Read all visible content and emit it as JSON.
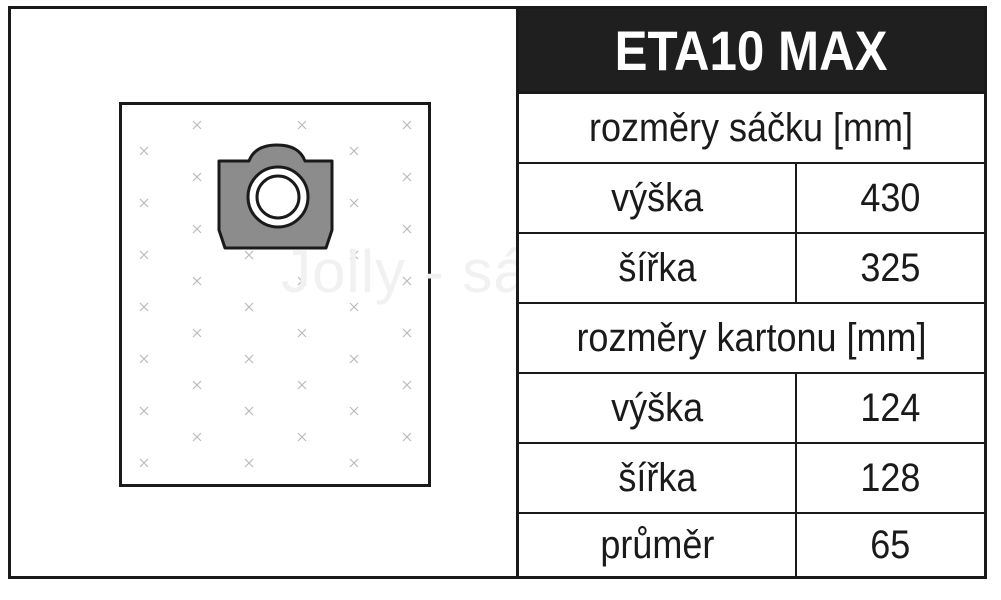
{
  "title": "ETA10 MAX",
  "watermark": "Jolly - sáčky",
  "bag_section": {
    "header": "rozměry sáčku [mm]",
    "rows": [
      {
        "label": "výška",
        "value": "430"
      },
      {
        "label": "šířka",
        "value": "325"
      }
    ]
  },
  "carton_section": {
    "header": "rozměry kartonu [mm]",
    "rows": [
      {
        "label": "výška",
        "value": "124"
      },
      {
        "label": "šířka",
        "value": "128"
      },
      {
        "label": "průměr",
        "value": "65"
      }
    ]
  },
  "colors": {
    "title_bg": "#1f1f1f",
    "title_fg": "#ffffff",
    "collar_fill": "#8c8c8c",
    "pattern": "#bcbcbc"
  },
  "icons": {
    "bag_illustration": "vacuum-bag-icon",
    "collar": "bag-collar-icon",
    "pattern_mark": "cross-pattern-icon"
  }
}
